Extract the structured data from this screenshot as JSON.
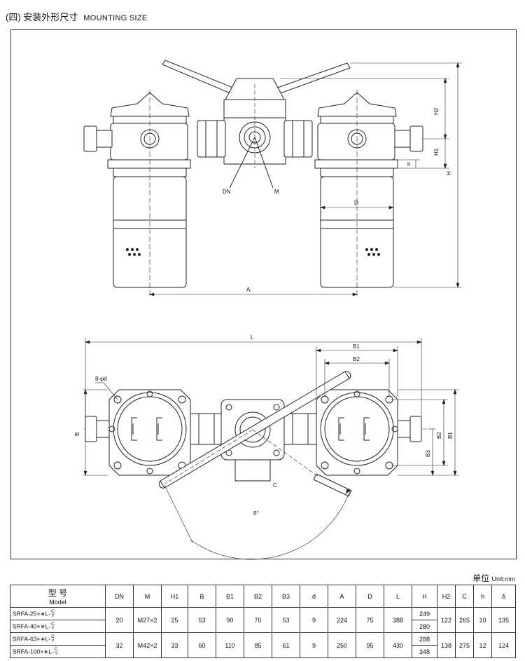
{
  "heading": {
    "cn": "(四) 安装外形尺寸",
    "en": "MOUNTING SIZE"
  },
  "front_view_labels": {
    "dn": "DN",
    "m": "M",
    "a": "A",
    "d": "D",
    "h": "H",
    "h1": "H1",
    "h2": "H2",
    "h_small": "h"
  },
  "top_view_labels": {
    "l": "L",
    "b1_top": "B1",
    "b2_top": "B2",
    "bolt": "8-φd",
    "b": "B",
    "b1_side": "B1",
    "b2_side": "B2",
    "b3_side": "B3",
    "c": "C",
    "delta": "δ°"
  },
  "unit": {
    "cn": "单位",
    "en": "Unit:mm"
  },
  "table": {
    "model_cn": "型 号",
    "model_en": "Model",
    "headers": [
      "DN",
      "M",
      "H1",
      "B",
      "B1",
      "B2",
      "B3",
      "d",
      "A",
      "D",
      "L",
      "H",
      "H2",
      "C",
      "h",
      "δ"
    ],
    "suffix_top": "C",
    "suffix_bottom": "Y",
    "models": [
      "SRFA-25×∗L-",
      "SRFA-40×∗L-",
      "SRFA-63×∗L-",
      "SRFA-100×∗L-"
    ],
    "groups": [
      {
        "dn": "20",
        "m": "M27×2",
        "h1": "25",
        "b": "53",
        "b1": "90",
        "b2": "70",
        "b3": "53",
        "d": "9",
        "a": "224",
        "dd": "75",
        "l": "388",
        "h_values": [
          "249",
          "280"
        ],
        "h2": "122",
        "c": "265",
        "h": "10",
        "delta": "135"
      },
      {
        "dn": "32",
        "m": "M42×2",
        "h1": "33",
        "b": "60",
        "b1": "110",
        "b2": "85",
        "b3": "61",
        "d": "9",
        "a": "250",
        "dd": "95",
        "l": "430",
        "h_values": [
          "288",
          "348"
        ],
        "h2": "138",
        "c": "275",
        "h": "12",
        "delta": "124"
      }
    ]
  }
}
